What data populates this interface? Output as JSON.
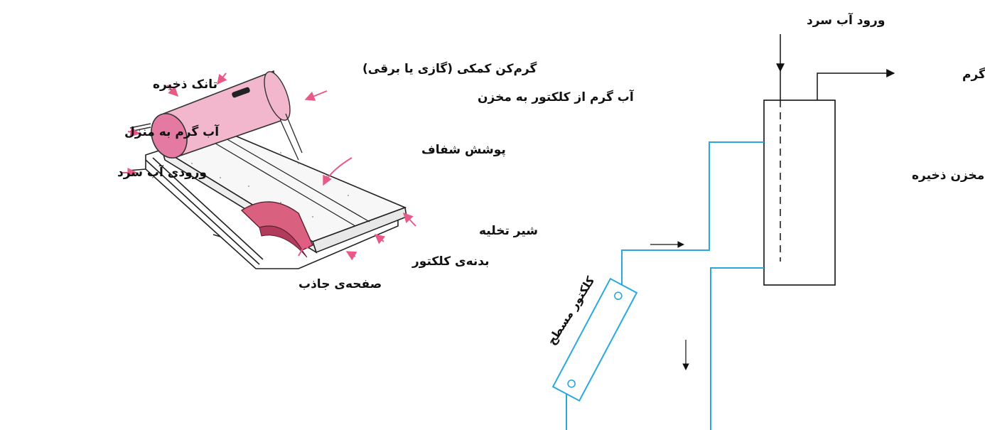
{
  "colors": {
    "pipe": "#29a8e0",
    "line": "#111111",
    "tank_fill": "#f2b6cd",
    "tank_dark": "#e47aa2",
    "absorber": "#d9607f",
    "leader": "#e85a86"
  },
  "left_diagram": {
    "labels": {
      "aux_heater": "گرم‌کن کمکی (گازی یا برقی)",
      "storage_tank": "تانک ذخیره",
      "hot_to_tank": "آب گرم از کلکتور به مخزن",
      "hot_to_home": "آب گرم به منزل",
      "glazing": "پوشش شفاف",
      "cold_inlet": "ورودی آب سرد",
      "drain_valve": "شیر تخلیه",
      "collector_body": "بدنه‌ی کلکتور",
      "absorber_plate": "صفحه‌ی جاذب"
    }
  },
  "right_diagram": {
    "labels": {
      "cold_water_in": "ورود آب سرد",
      "hot_water_out": "خروج آب‌گرم",
      "storage_tank": "مخزن ذخیره",
      "flat_collector": "کلکتور مسطح"
    }
  }
}
